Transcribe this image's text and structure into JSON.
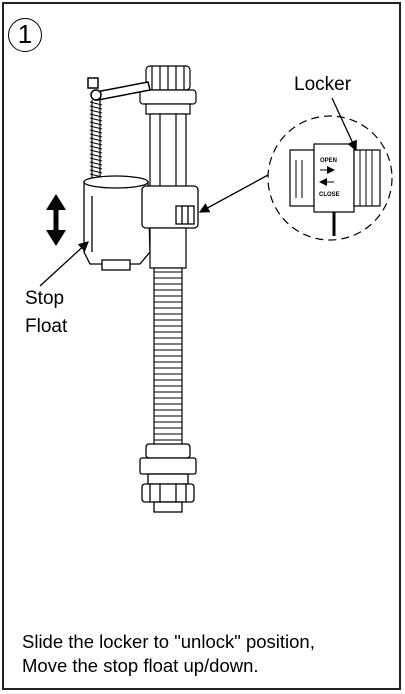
{
  "step": {
    "number": "1"
  },
  "labels": {
    "locker": "Locker",
    "stop_float_line1": "Stop",
    "stop_float_line2": "Float",
    "valve_open": "OPEN",
    "valve_close": "CLOSE"
  },
  "instructions": [
    "Slide the locker to \"unlock\" position,",
    "Move the stop float up/down."
  ]
}
